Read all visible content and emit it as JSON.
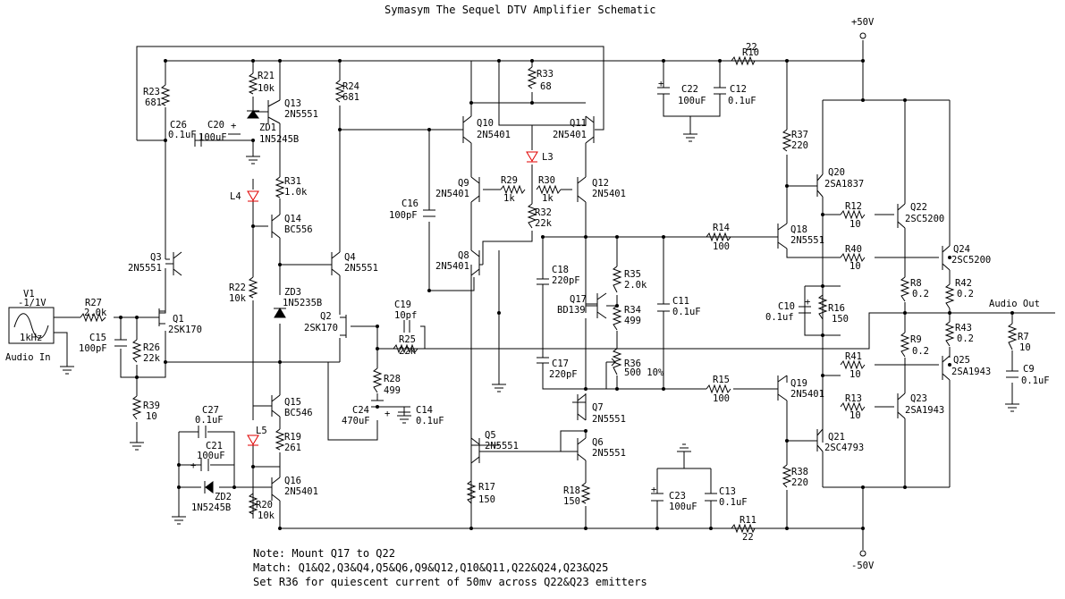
{
  "title": "Symasym The Sequel DTV Amplifier Schematic",
  "rails": {
    "pos": "+50V",
    "neg": "-50V"
  },
  "ports": {
    "input": "Audio In",
    "output": "Audio Out"
  },
  "source": {
    "ref": "V1",
    "value": "-1/1V",
    "freq": "1kHz"
  },
  "resistors": [
    {
      "ref": "R10",
      "value": "22"
    },
    {
      "ref": "R11",
      "value": "22"
    },
    {
      "ref": "R21",
      "value": "10k"
    },
    {
      "ref": "R23",
      "value": "681"
    },
    {
      "ref": "R24",
      "value": "681"
    },
    {
      "ref": "R33",
      "value": "68"
    },
    {
      "ref": "R37",
      "value": "220"
    },
    {
      "ref": "R31",
      "value": "1.0k"
    },
    {
      "ref": "R29",
      "value": "1k"
    },
    {
      "ref": "R30",
      "value": "1k"
    },
    {
      "ref": "R32",
      "value": "22k"
    },
    {
      "ref": "R12",
      "value": "10"
    },
    {
      "ref": "R14",
      "value": "100"
    },
    {
      "ref": "R40",
      "value": "10"
    },
    {
      "ref": "R35",
      "value": "2.0k"
    },
    {
      "ref": "R34",
      "value": "499"
    },
    {
      "ref": "R36",
      "value": "500 10%"
    },
    {
      "ref": "R8",
      "value": "0.2"
    },
    {
      "ref": "R42",
      "value": "0.2"
    },
    {
      "ref": "R16",
      "value": "150"
    },
    {
      "ref": "R9",
      "value": "0.2"
    },
    {
      "ref": "R43",
      "value": "0.2"
    },
    {
      "ref": "R7",
      "value": "10"
    },
    {
      "ref": "R22",
      "value": "10k"
    },
    {
      "ref": "R27",
      "value": "2.0k"
    },
    {
      "ref": "R26",
      "value": "22k"
    },
    {
      "ref": "R25",
      "value": "22k"
    },
    {
      "ref": "R28",
      "value": "499"
    },
    {
      "ref": "R39",
      "value": "10"
    },
    {
      "ref": "R41",
      "value": "10"
    },
    {
      "ref": "R15",
      "value": "100"
    },
    {
      "ref": "R13",
      "value": "10"
    },
    {
      "ref": "R19",
      "value": "261"
    },
    {
      "ref": "R17",
      "value": "150"
    },
    {
      "ref": "R18",
      "value": "150"
    },
    {
      "ref": "R38",
      "value": "220"
    },
    {
      "ref": "R20",
      "value": "10k"
    }
  ],
  "capacitors": [
    {
      "ref": "C22",
      "value": "100uF"
    },
    {
      "ref": "C12",
      "value": "0.1uF"
    },
    {
      "ref": "C26",
      "value": "0.1uF"
    },
    {
      "ref": "C20",
      "value": "100uF"
    },
    {
      "ref": "C16",
      "value": "100pF"
    },
    {
      "ref": "C18",
      "value": "220pF"
    },
    {
      "ref": "C11",
      "value": "0.1uF"
    },
    {
      "ref": "C17",
      "value": "220pF"
    },
    {
      "ref": "C10",
      "value": "0.1uf"
    },
    {
      "ref": "C19",
      "value": "10pf"
    },
    {
      "ref": "C15",
      "value": "100pF"
    },
    {
      "ref": "C24",
      "value": "470uF"
    },
    {
      "ref": "C14",
      "value": "0.1uF"
    },
    {
      "ref": "C27",
      "value": "0.1uF"
    },
    {
      "ref": "C21",
      "value": "100uF"
    },
    {
      "ref": "C23",
      "value": "100uF"
    },
    {
      "ref": "C13",
      "value": "0.1uF"
    },
    {
      "ref": "C9",
      "value": "0.1uF"
    }
  ],
  "transistors": [
    {
      "ref": "Q13",
      "part": "2N5551"
    },
    {
      "ref": "Q10",
      "part": "2N5401"
    },
    {
      "ref": "Q11",
      "part": "2N5401"
    },
    {
      "ref": "Q9",
      "part": "2N5401"
    },
    {
      "ref": "Q12",
      "part": "2N5401"
    },
    {
      "ref": "Q14",
      "part": "BC556"
    },
    {
      "ref": "Q3",
      "part": "2N5551"
    },
    {
      "ref": "Q4",
      "part": "2N5551"
    },
    {
      "ref": "Q8",
      "part": "2N5401"
    },
    {
      "ref": "Q1",
      "part": "2SK170"
    },
    {
      "ref": "Q2",
      "part": "2SK170"
    },
    {
      "ref": "Q17",
      "part": "BD139"
    },
    {
      "ref": "Q20",
      "part": "2SA1837"
    },
    {
      "ref": "Q22",
      "part": "2SC5200"
    },
    {
      "ref": "Q18",
      "part": "2N5551"
    },
    {
      "ref": "Q24",
      "part": "2SC5200"
    },
    {
      "ref": "Q25",
      "part": "2SA1943"
    },
    {
      "ref": "Q19",
      "part": "2N5401"
    },
    {
      "ref": "Q23",
      "part": "2SA1943"
    },
    {
      "ref": "Q21",
      "part": "2SC4793"
    },
    {
      "ref": "Q15",
      "part": "BC546"
    },
    {
      "ref": "Q7",
      "part": "2N5551"
    },
    {
      "ref": "Q5",
      "part": "2N5551"
    },
    {
      "ref": "Q6",
      "part": "2N5551"
    },
    {
      "ref": "Q16",
      "part": "2N5401"
    }
  ],
  "diodes": [
    {
      "ref": "ZD1",
      "part": "1N5245B"
    },
    {
      "ref": "ZD3",
      "part": "1N5235B"
    },
    {
      "ref": "ZD2",
      "part": "1N5245B"
    }
  ],
  "leds": [
    "L3",
    "L4",
    "L5"
  ],
  "notes": [
    "Note: Mount Q17 to Q22",
    "Match: Q1&Q2,Q3&Q4,Q5&Q6,Q9&Q12,Q10&Q11,Q22&Q24,Q23&Q25",
    "Set R36 for quiescent current of 50mv across Q22&Q23 emitters"
  ]
}
